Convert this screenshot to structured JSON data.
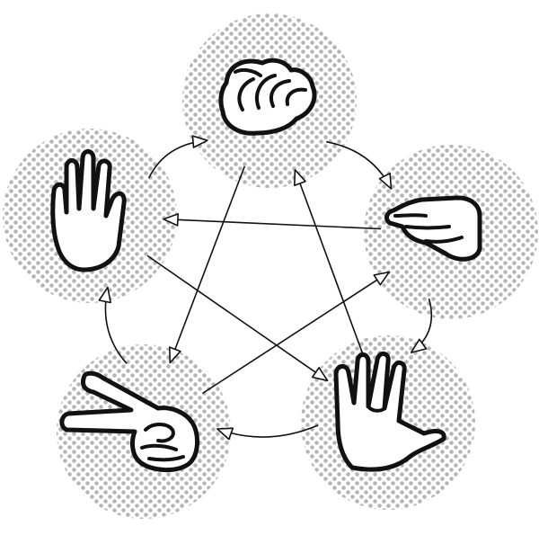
{
  "diagram": {
    "colors": {
      "background": "#ffffff",
      "disc_dot": "#b5b5b5",
      "ink": "#111111",
      "hand_fill": "#ffffff"
    },
    "gestures": [
      {
        "id": "rock",
        "icon": "rock-fist-icon"
      },
      {
        "id": "lizard",
        "icon": "lizard-hand-icon"
      },
      {
        "id": "spock",
        "icon": "spock-vulcan-salute-icon"
      },
      {
        "id": "scissors",
        "icon": "scissors-hand-icon"
      },
      {
        "id": "paper",
        "icon": "paper-open-hand-icon"
      }
    ],
    "relations": [
      {
        "from": "rock",
        "to": "lizard"
      },
      {
        "from": "lizard",
        "to": "spock"
      },
      {
        "from": "spock",
        "to": "scissors"
      },
      {
        "from": "scissors",
        "to": "paper"
      },
      {
        "from": "paper",
        "to": "rock"
      },
      {
        "from": "rock",
        "to": "scissors"
      },
      {
        "from": "scissors",
        "to": "lizard"
      },
      {
        "from": "lizard",
        "to": "paper"
      },
      {
        "from": "paper",
        "to": "spock"
      },
      {
        "from": "spock",
        "to": "rock"
      }
    ]
  }
}
